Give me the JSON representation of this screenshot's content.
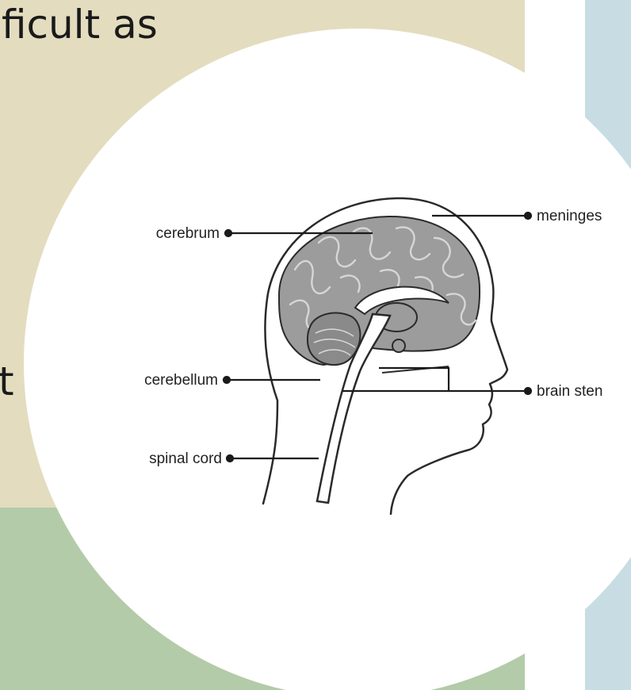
{
  "slide": {
    "text_fragment_top": "ficult as",
    "text_fragment_mid": "t",
    "colors": {
      "tan": "#e3dcbf",
      "green": "#b3cba8",
      "blue": "#c7dde3",
      "circle": "#ffffff",
      "outline": "#2a2a2a",
      "brain_fill": "#9c9c9c",
      "brain_fold": "#d6d6d6"
    }
  },
  "diagram": {
    "labels": {
      "cerebrum": "cerebrum",
      "meninges": "meninges",
      "cerebellum": "cerebellum",
      "brain_stem": "brain sten",
      "spinal_cord": "spinal cord"
    }
  }
}
